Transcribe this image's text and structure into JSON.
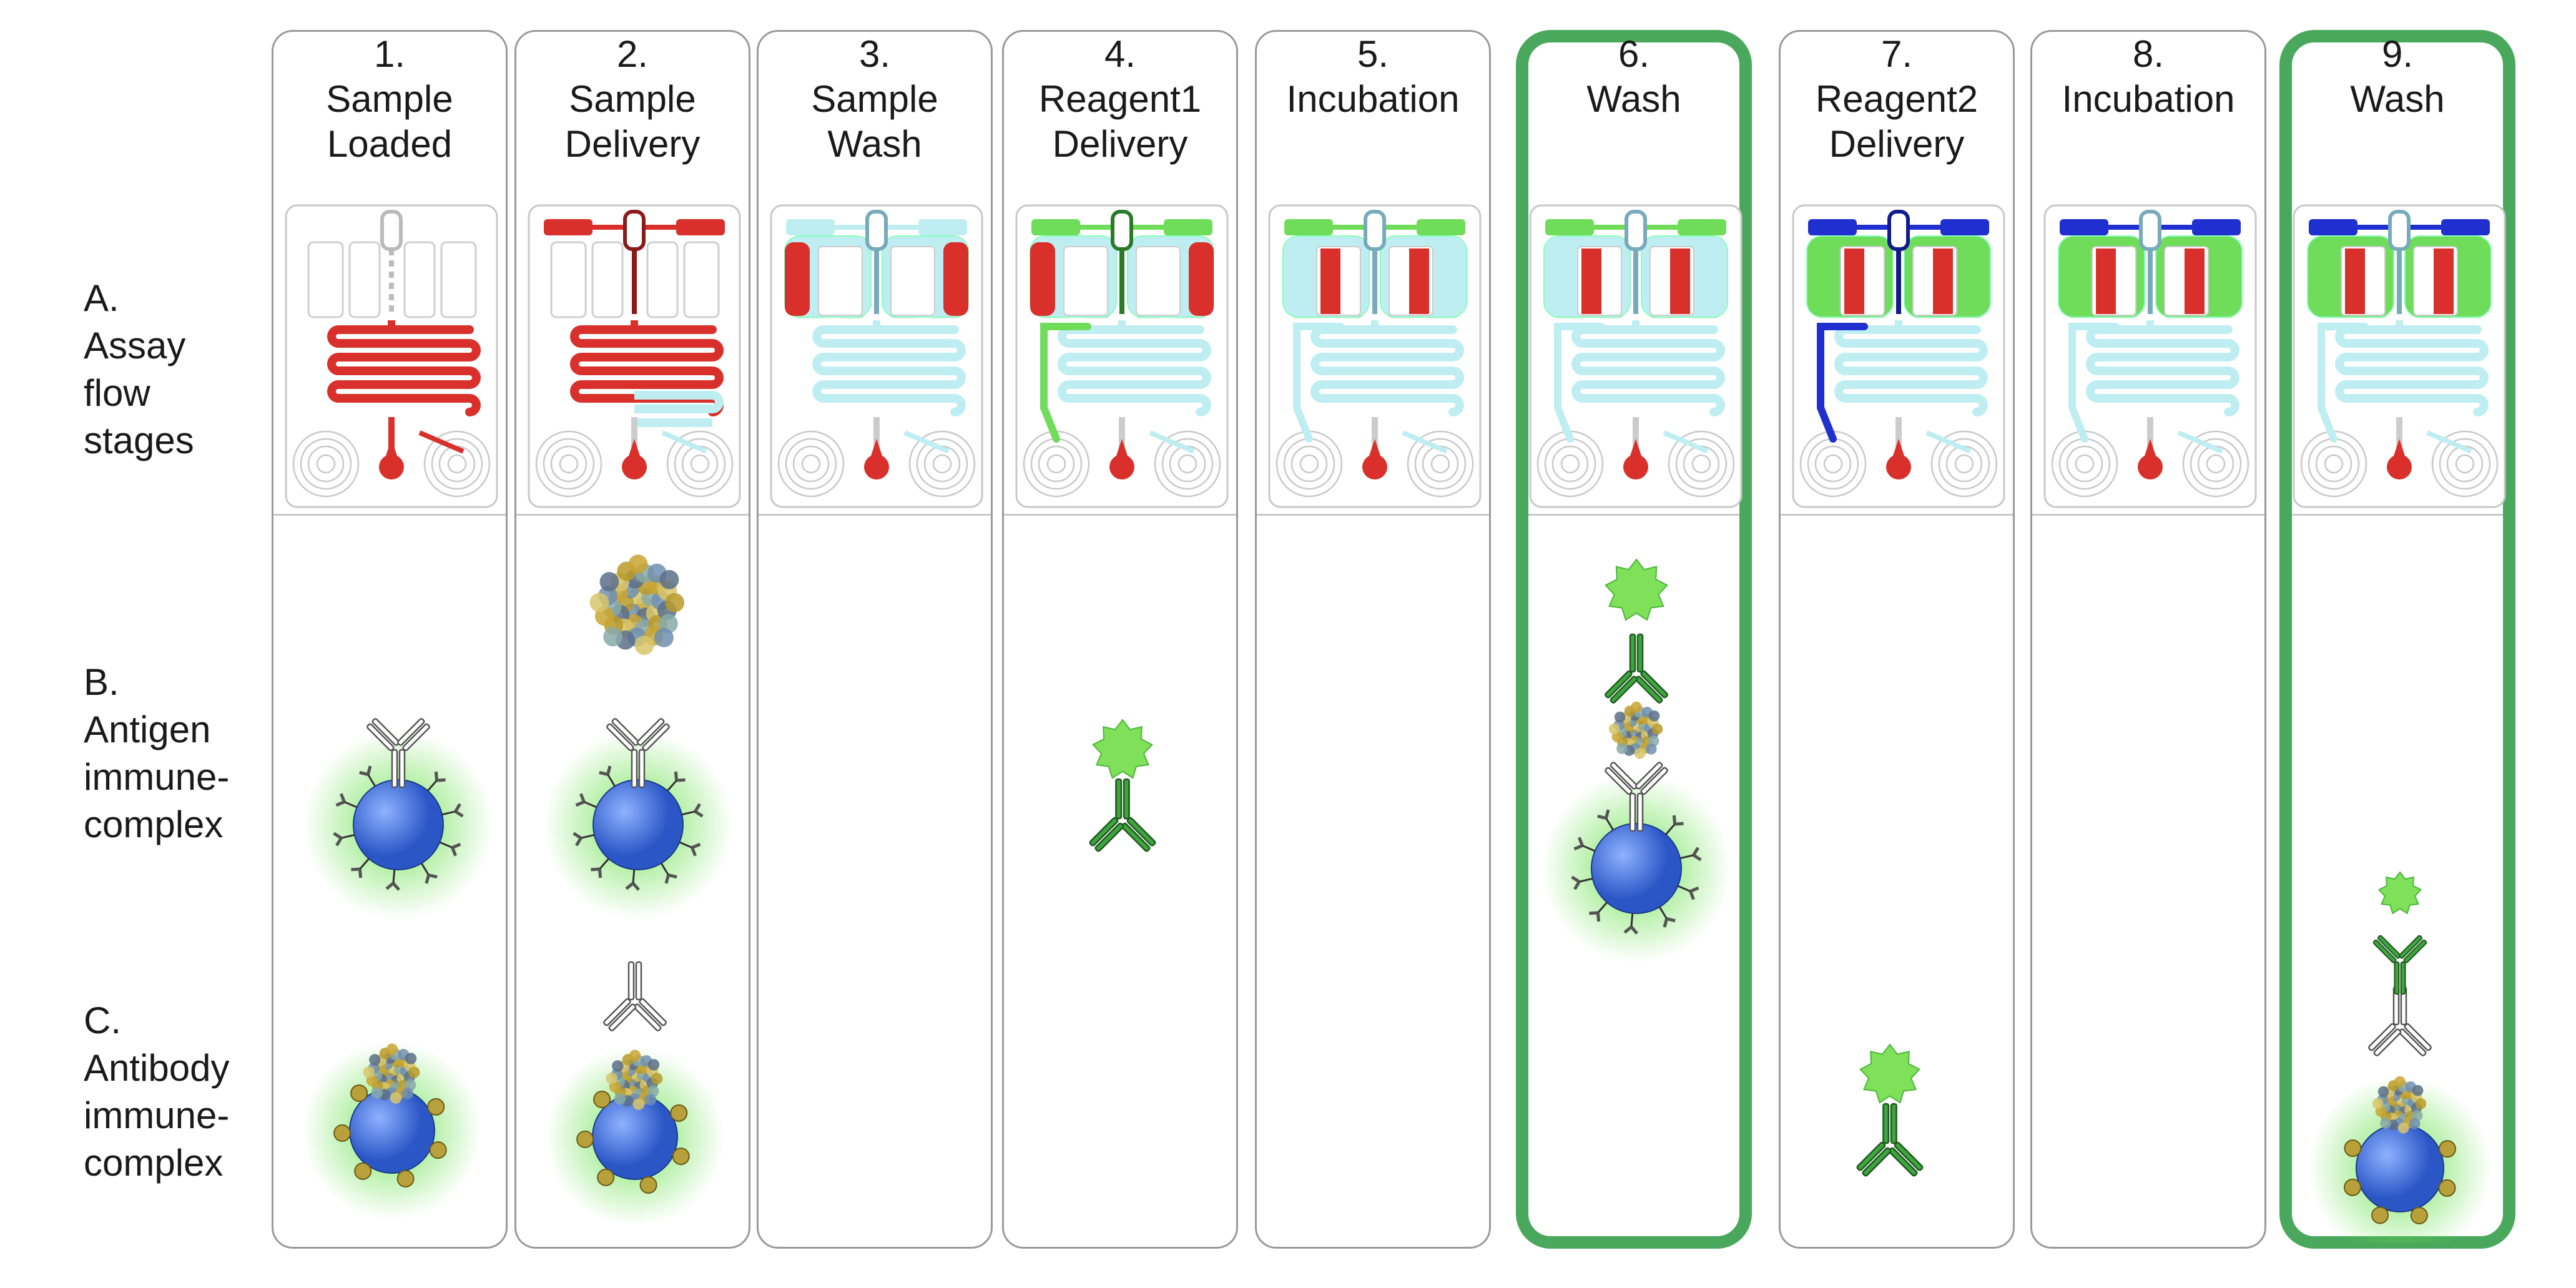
{
  "row_labels": {
    "a": [
      "A.",
      "Assay",
      "flow",
      "stages"
    ],
    "b": [
      "B.",
      "Antigen",
      "immune-",
      "complex"
    ],
    "c": [
      "C.",
      "Antibody",
      "immune-",
      "complex"
    ]
  },
  "steps": [
    {
      "num": "1.",
      "title": [
        "Sample",
        "Loaded"
      ]
    },
    {
      "num": "2.",
      "title": [
        "Sample",
        "Delivery"
      ]
    },
    {
      "num": "3.",
      "title": [
        "Sample",
        "Wash"
      ]
    },
    {
      "num": "4.",
      "title": [
        "Reagent1",
        "Delivery"
      ]
    },
    {
      "num": "5.",
      "title": [
        "Incubation"
      ]
    },
    {
      "num": "6.",
      "title": [
        "Wash"
      ]
    },
    {
      "num": "7.",
      "title": [
        "Reagent2",
        "Delivery"
      ]
    },
    {
      "num": "8.",
      "title": [
        "Incubation"
      ]
    },
    {
      "num": "9.",
      "title": [
        "Wash"
      ]
    }
  ],
  "colors": {
    "sample_red": "#d9302b",
    "wash_cyan": "#bfeef2",
    "reagent1_green": "#6fdc5a",
    "reagent2_blue": "#1f2fd0",
    "highlight_green": "#4aa85c",
    "bead_blue": "#2a56c6",
    "glow_green": "#66e04a"
  }
}
